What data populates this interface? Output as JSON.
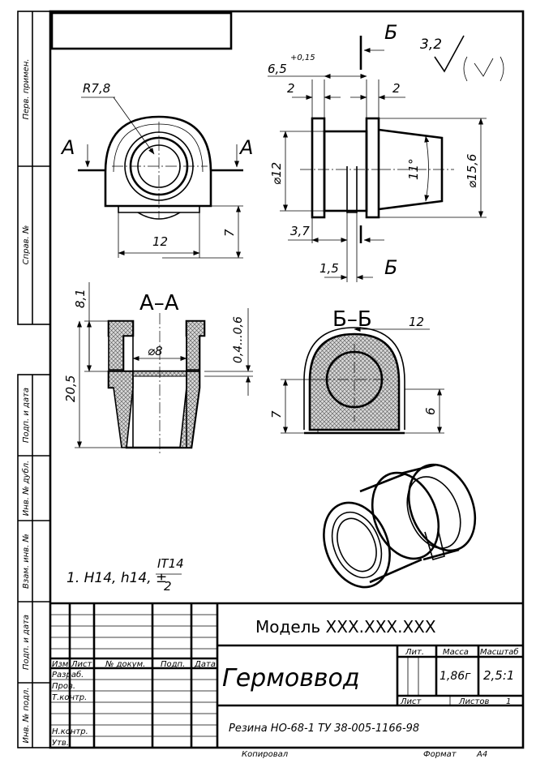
{
  "side_labels": [
    "Перв. примен.",
    "Справ. №",
    "Подп. и дата",
    "Инв. № дубл.",
    "Взам. инв. №",
    "Подп. и дата",
    "Инв. № подл."
  ],
  "roughness": "3,2",
  "views": {
    "front": {
      "radius": "R7,8",
      "width": "12",
      "height": "7",
      "section_letter": "А"
    },
    "side": {
      "dim_top": "6,5",
      "tol_top": "+0,15",
      "dim_flange_left": "2",
      "dim_flange_right": "2",
      "dia_left": "⌀12",
      "angle": "11°",
      "dia_right": "⌀15,6",
      "dim_slot_pos": "3,7",
      "dim_slot": "1,5",
      "section_letter": "Б"
    },
    "section_aa": {
      "title": "А–А",
      "dim_top": "8,1",
      "dim_total": "20,5",
      "dia_inner": "⌀8",
      "dim_wall": "0,4...0,6"
    },
    "section_bb": {
      "title": "Б–Б",
      "dim_width": "12",
      "dim_left": "7",
      "dim_right": "6"
    }
  },
  "note": {
    "prefix": "1. H14, h14, ±",
    "numerator": "IT14",
    "denominator": "2"
  },
  "title_block": {
    "designation": "Модель XXX.XXX.XXX",
    "name": "Гермоввод",
    "material": "Резина НО-68-1 ТУ 38-005-1166-98",
    "col_headers": [
      "Изм.",
      "Лист",
      "№ докум.",
      "Подп.",
      "Дата"
    ],
    "row_labels": [
      "Разраб.",
      "Пров.",
      "Т.контр.",
      "",
      "Н.контр.",
      "Утв."
    ],
    "lit_label": "Лит.",
    "mass_label": "Масса",
    "scale_label": "Масштаб",
    "mass": "1,86г",
    "scale": "2,5:1",
    "sheet_label": "Лист",
    "sheets_label": "Листов",
    "sheets_value": "1"
  },
  "footer": {
    "copied": "Копировал",
    "format_label": "Формат",
    "format_value": "А4"
  }
}
